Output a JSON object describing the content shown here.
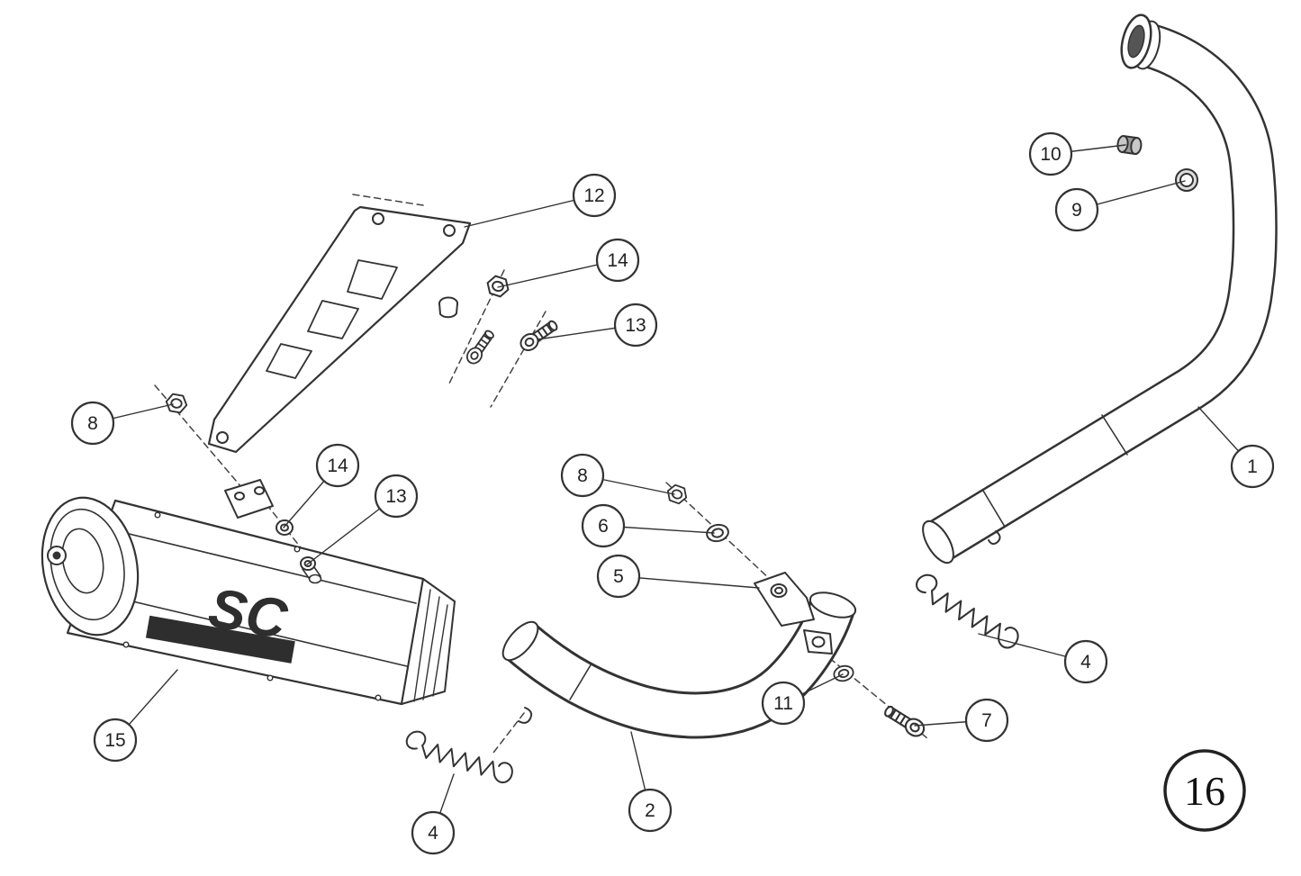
{
  "diagram": {
    "page_badge": "16",
    "muffler_logo": "SC",
    "line_color": "#333333",
    "background_color": "#ffffff",
    "callouts": [
      {
        "label": "12"
      },
      {
        "label": "14"
      },
      {
        "label": "13"
      },
      {
        "label": "8"
      },
      {
        "label": "10"
      },
      {
        "label": "9"
      },
      {
        "label": "1"
      },
      {
        "label": "14"
      },
      {
        "label": "13"
      },
      {
        "label": "8"
      },
      {
        "label": "6"
      },
      {
        "label": "5"
      },
      {
        "label": "4"
      },
      {
        "label": "11"
      },
      {
        "label": "7"
      },
      {
        "label": "15"
      },
      {
        "label": "2"
      },
      {
        "label": "4"
      }
    ]
  }
}
